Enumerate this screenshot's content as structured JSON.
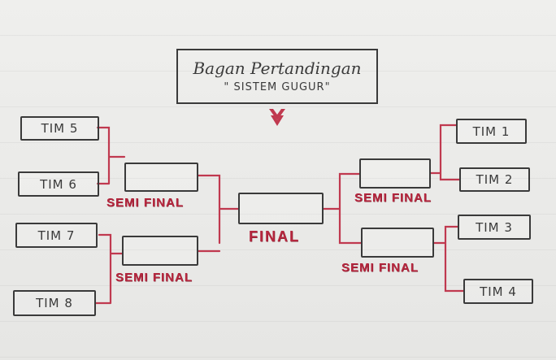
{
  "title": {
    "main": "Bagan Pertandingan",
    "sub": "\" SISTEM GUGUR\""
  },
  "teams_left": [
    "TIM 5",
    "TIM 6",
    "TIM 7",
    "TIM 8"
  ],
  "teams_right": [
    "TIM 1",
    "TIM 2",
    "TIM 3",
    "TIM 4"
  ],
  "labels": {
    "semi_left_top": "SEMI FINAL",
    "semi_left_bottom": "SEMI FINAL",
    "final": "FINAL",
    "semi_right_top": "SEMI FINAL",
    "semi_right_bottom": "SEMI FINAL"
  },
  "colors": {
    "line": "#c0394f",
    "ink": "#3a3a3a",
    "label": "#b5273e"
  }
}
